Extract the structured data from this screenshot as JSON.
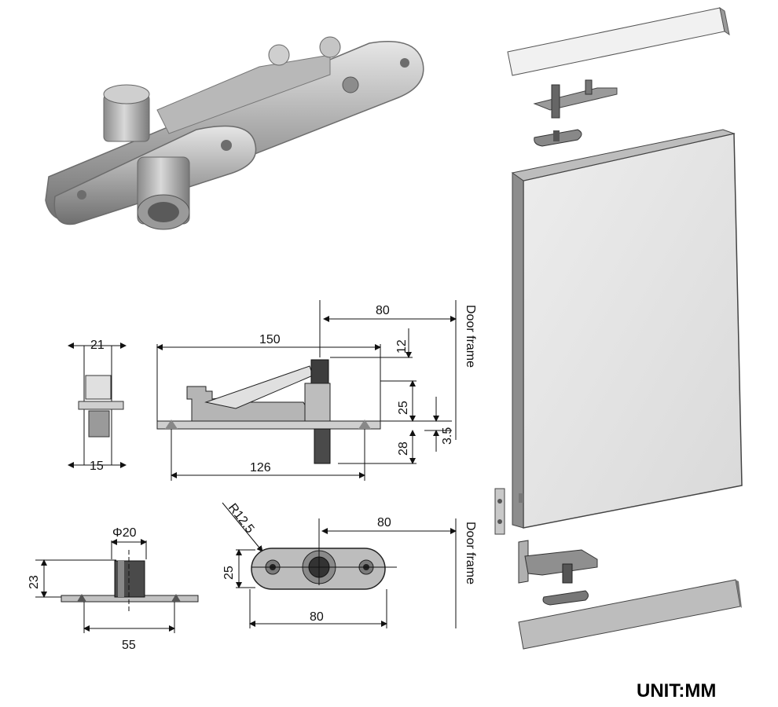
{
  "dimensions": {
    "top_view": {
      "width_top": "21",
      "width_bottom": "15"
    },
    "side_view": {
      "length": "150",
      "offset_80": "80",
      "door_frame": "Door frame",
      "d12": "12",
      "d25": "25",
      "d3_5": "3.5",
      "d28": "28",
      "d126": "126"
    },
    "bottom_left": {
      "diameter": "Φ20",
      "height": "23",
      "length": "55"
    },
    "bottom_middle": {
      "radius": "R12.5",
      "width": "25",
      "offset_80": "80",
      "length_80": "80",
      "door_frame": "Door frame"
    }
  },
  "unit_label": "UNIT:MM"
}
